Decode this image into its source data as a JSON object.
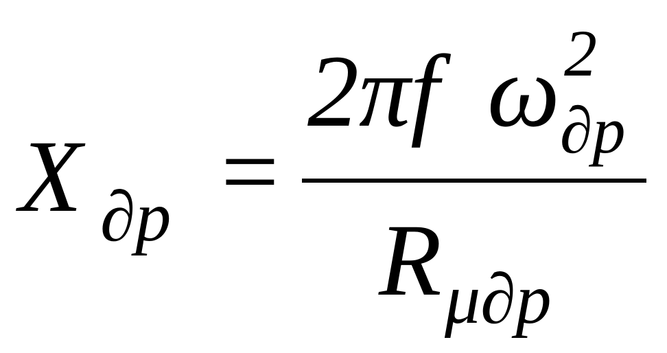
{
  "formula": {
    "lhs": {
      "variable": "X",
      "subscript": "∂p"
    },
    "equals": "=",
    "numerator": {
      "coefficient": "2πf",
      "variable": "ω",
      "superscript": "2",
      "subscript": "∂p"
    },
    "denominator": {
      "variable": "R",
      "subscript": "μ∂p"
    }
  }
}
